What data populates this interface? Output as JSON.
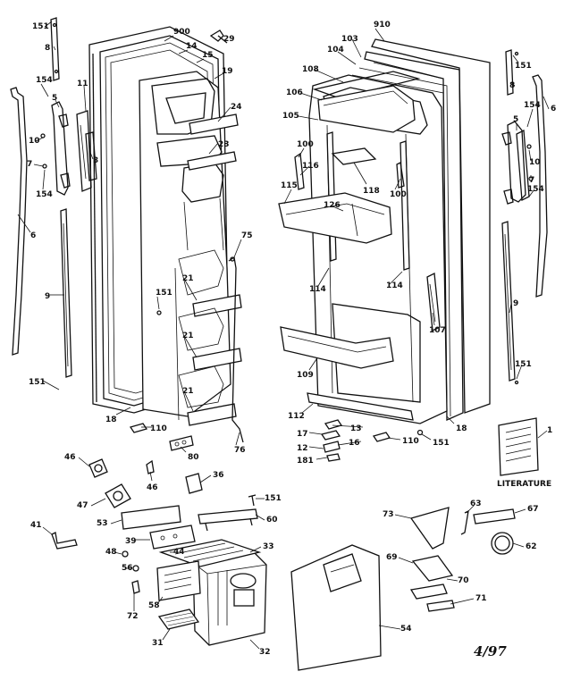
{
  "diagram": {
    "date_stamp": "4/97",
    "literature_label": "LITERATURE",
    "labels": [
      {
        "id": "151-a",
        "text": "151"
      },
      {
        "id": "8-a",
        "text": "8"
      },
      {
        "id": "900",
        "text": "900"
      },
      {
        "id": "14",
        "text": "14"
      },
      {
        "id": "15",
        "text": "15"
      },
      {
        "id": "29",
        "text": "29"
      },
      {
        "id": "19",
        "text": "19"
      },
      {
        "id": "154-a",
        "text": "154"
      },
      {
        "id": "5-a",
        "text": "5"
      },
      {
        "id": "11",
        "text": "11"
      },
      {
        "id": "10-a",
        "text": "10"
      },
      {
        "id": "3",
        "text": "3"
      },
      {
        "id": "7-a",
        "text": "7"
      },
      {
        "id": "154-b",
        "text": "154"
      },
      {
        "id": "24",
        "text": "24"
      },
      {
        "id": "23",
        "text": "23"
      },
      {
        "id": "6-a",
        "text": "6"
      },
      {
        "id": "75",
        "text": "75"
      },
      {
        "id": "9-a",
        "text": "9"
      },
      {
        "id": "151-b",
        "text": "151"
      },
      {
        "id": "21-a",
        "text": "21"
      },
      {
        "id": "21-b",
        "text": "21"
      },
      {
        "id": "21-c",
        "text": "21"
      },
      {
        "id": "151-c",
        "text": "151"
      },
      {
        "id": "18-a",
        "text": "18"
      },
      {
        "id": "110-a",
        "text": "110"
      },
      {
        "id": "76",
        "text": "76"
      },
      {
        "id": "80",
        "text": "80"
      },
      {
        "id": "910",
        "text": "910"
      },
      {
        "id": "103",
        "text": "103"
      },
      {
        "id": "104",
        "text": "104"
      },
      {
        "id": "108",
        "text": "108"
      },
      {
        "id": "106",
        "text": "106"
      },
      {
        "id": "105",
        "text": "105"
      },
      {
        "id": "100-a",
        "text": "100"
      },
      {
        "id": "116",
        "text": "116"
      },
      {
        "id": "115",
        "text": "115"
      },
      {
        "id": "126",
        "text": "126"
      },
      {
        "id": "118",
        "text": "118"
      },
      {
        "id": "100-b",
        "text": "100"
      },
      {
        "id": "114-a",
        "text": "114"
      },
      {
        "id": "114-b",
        "text": "114"
      },
      {
        "id": "107",
        "text": "107"
      },
      {
        "id": "109",
        "text": "109"
      },
      {
        "id": "112",
        "text": "112"
      },
      {
        "id": "13",
        "text": "13"
      },
      {
        "id": "17",
        "text": "17"
      },
      {
        "id": "16",
        "text": "16"
      },
      {
        "id": "12",
        "text": "12"
      },
      {
        "id": "181",
        "text": "181"
      },
      {
        "id": "110-b",
        "text": "110"
      },
      {
        "id": "151-d",
        "text": "151"
      },
      {
        "id": "18-b",
        "text": "18"
      },
      {
        "id": "151-e",
        "text": "151"
      },
      {
        "id": "8-b",
        "text": "8"
      },
      {
        "id": "6-b",
        "text": "6"
      },
      {
        "id": "5-b",
        "text": "5"
      },
      {
        "id": "154-c",
        "text": "154"
      },
      {
        "id": "10-b",
        "text": "10"
      },
      {
        "id": "7-b",
        "text": "7"
      },
      {
        "id": "154-d",
        "text": "154"
      },
      {
        "id": "9-b",
        "text": "9"
      },
      {
        "id": "151-f",
        "text": "151"
      },
      {
        "id": "1",
        "text": "1"
      },
      {
        "id": "46-a",
        "text": "46"
      },
      {
        "id": "46-b",
        "text": "46"
      },
      {
        "id": "36",
        "text": "36"
      },
      {
        "id": "47",
        "text": "47"
      },
      {
        "id": "151-g",
        "text": "151"
      },
      {
        "id": "41",
        "text": "41"
      },
      {
        "id": "53",
        "text": "53"
      },
      {
        "id": "60",
        "text": "60"
      },
      {
        "id": "39",
        "text": "39"
      },
      {
        "id": "44",
        "text": "44"
      },
      {
        "id": "33",
        "text": "33"
      },
      {
        "id": "48",
        "text": "48"
      },
      {
        "id": "56",
        "text": "56"
      },
      {
        "id": "58",
        "text": "58"
      },
      {
        "id": "72",
        "text": "72"
      },
      {
        "id": "31",
        "text": "31"
      },
      {
        "id": "32",
        "text": "32"
      },
      {
        "id": "54",
        "text": "54"
      },
      {
        "id": "63",
        "text": "63"
      },
      {
        "id": "73",
        "text": "73"
      },
      {
        "id": "67",
        "text": "67"
      },
      {
        "id": "62",
        "text": "62"
      },
      {
        "id": "69",
        "text": "69"
      },
      {
        "id": "70",
        "text": "70"
      },
      {
        "id": "71",
        "text": "71"
      }
    ]
  }
}
